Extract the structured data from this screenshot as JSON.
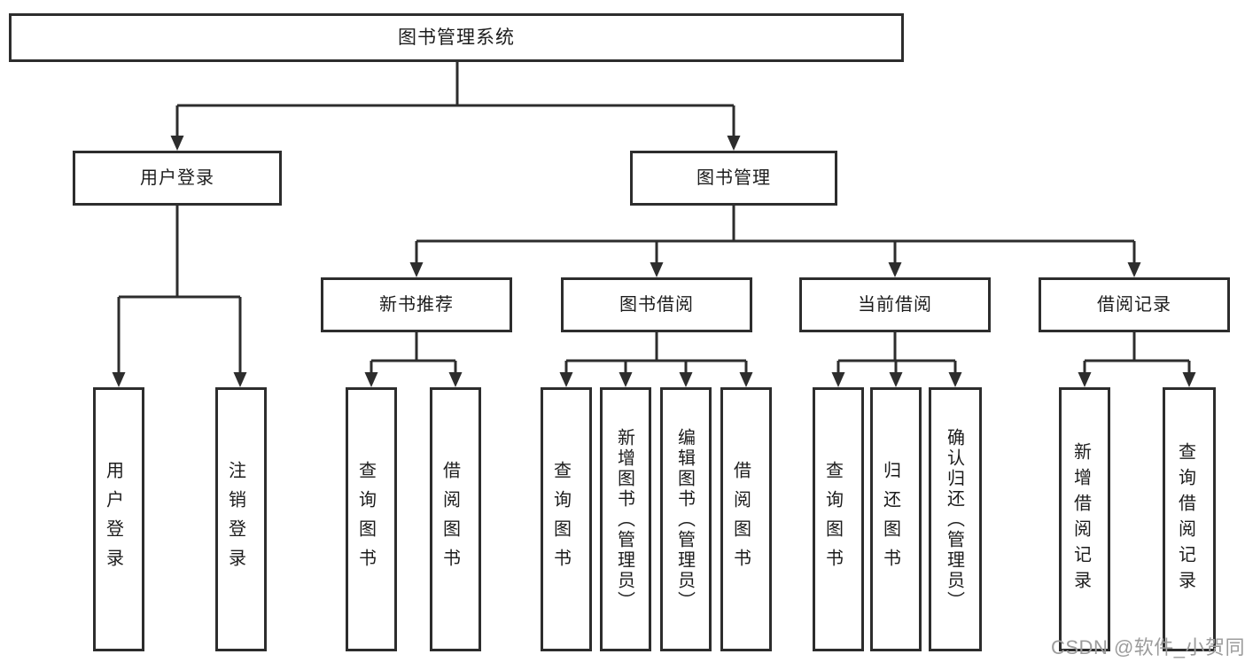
{
  "tree": {
    "label": "图书管理系统",
    "children": [
      {
        "label": "用户登录",
        "children": [
          {
            "label": "用户登录"
          },
          {
            "label": "注销登录"
          }
        ]
      },
      {
        "label": "图书管理",
        "children": [
          {
            "label": "新书推荐",
            "children": [
              {
                "label": "查询图书"
              },
              {
                "label": "借阅图书"
              }
            ]
          },
          {
            "label": "图书借阅",
            "children": [
              {
                "label": "查询图书"
              },
              {
                "label": "新增图书（管理员）"
              },
              {
                "label": "编辑图书（管理员）"
              },
              {
                "label": "借阅图书"
              }
            ]
          },
          {
            "label": "当前借阅",
            "children": [
              {
                "label": "查询图书"
              },
              {
                "label": "归还图书"
              },
              {
                "label": "确认归还（管理员）"
              }
            ]
          },
          {
            "label": "借阅记录",
            "children": [
              {
                "label": "新增借阅记录"
              },
              {
                "label": "查询借阅记录"
              }
            ]
          }
        ]
      }
    ]
  },
  "watermark": "CSDN @软件_小贺同学",
  "colors": {
    "line": "#2d2d2d",
    "text": "#1c1c1c",
    "watermark": "#9c9c9c",
    "background": "#ffffff"
  }
}
